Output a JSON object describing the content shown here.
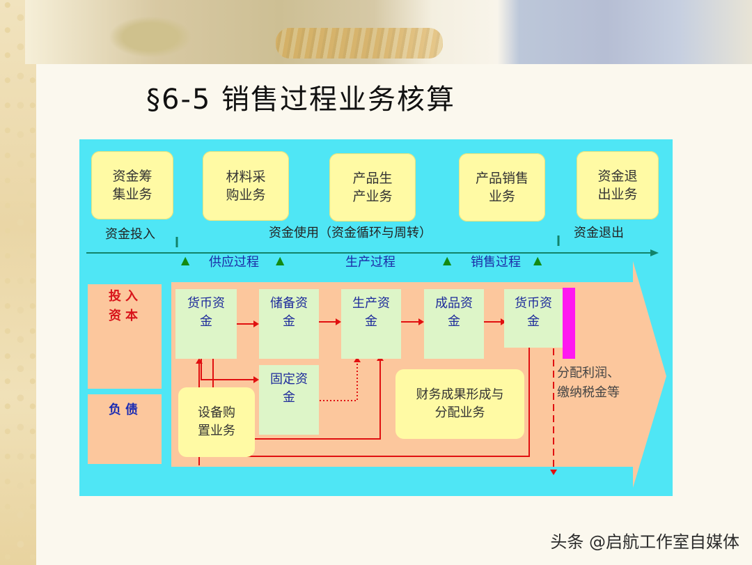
{
  "title": "§6-5  销售过程业务核算",
  "phases": [
    {
      "label": "资金筹\n集业务"
    },
    {
      "label": "材料采\n购业务"
    },
    {
      "label": "产品生\n产业务"
    },
    {
      "label": "产品销售\n业务"
    },
    {
      "label": "资金退\n出业务"
    }
  ],
  "phase_labels": {
    "invest": "资金投入",
    "use": "资金使用（资金循环与周转）",
    "exit": "资金退出"
  },
  "processes": {
    "supply": "供应过程",
    "production": "生产过程",
    "sales": "销售过程",
    "triangle": "▲"
  },
  "left": {
    "capital": "投入\n资本",
    "liability": "负债"
  },
  "funds": {
    "monetary1": "货币资\n金",
    "reserve": "储备资\n金",
    "production": "生产资\n金",
    "finished": "成品资\n金",
    "monetary2": "货币资\n金",
    "fixed": "固定资\n金"
  },
  "boxes": {
    "equipment": "设备购\n置业务",
    "financial": "财务成果形成与\n分配业务"
  },
  "distribution": "分配利润、\n缴纳税金等",
  "watermark": "头条 @启航工作室自媒体",
  "colors": {
    "diagram_bg": "#4fe6f5",
    "phase_box": "#fffaa4",
    "arrow_body": "#fcc79d",
    "fund_box": "#ddf5c8",
    "arrow_line": "#e01010",
    "magenta": "#ff18f0",
    "process_text": "#1c2aa6"
  }
}
